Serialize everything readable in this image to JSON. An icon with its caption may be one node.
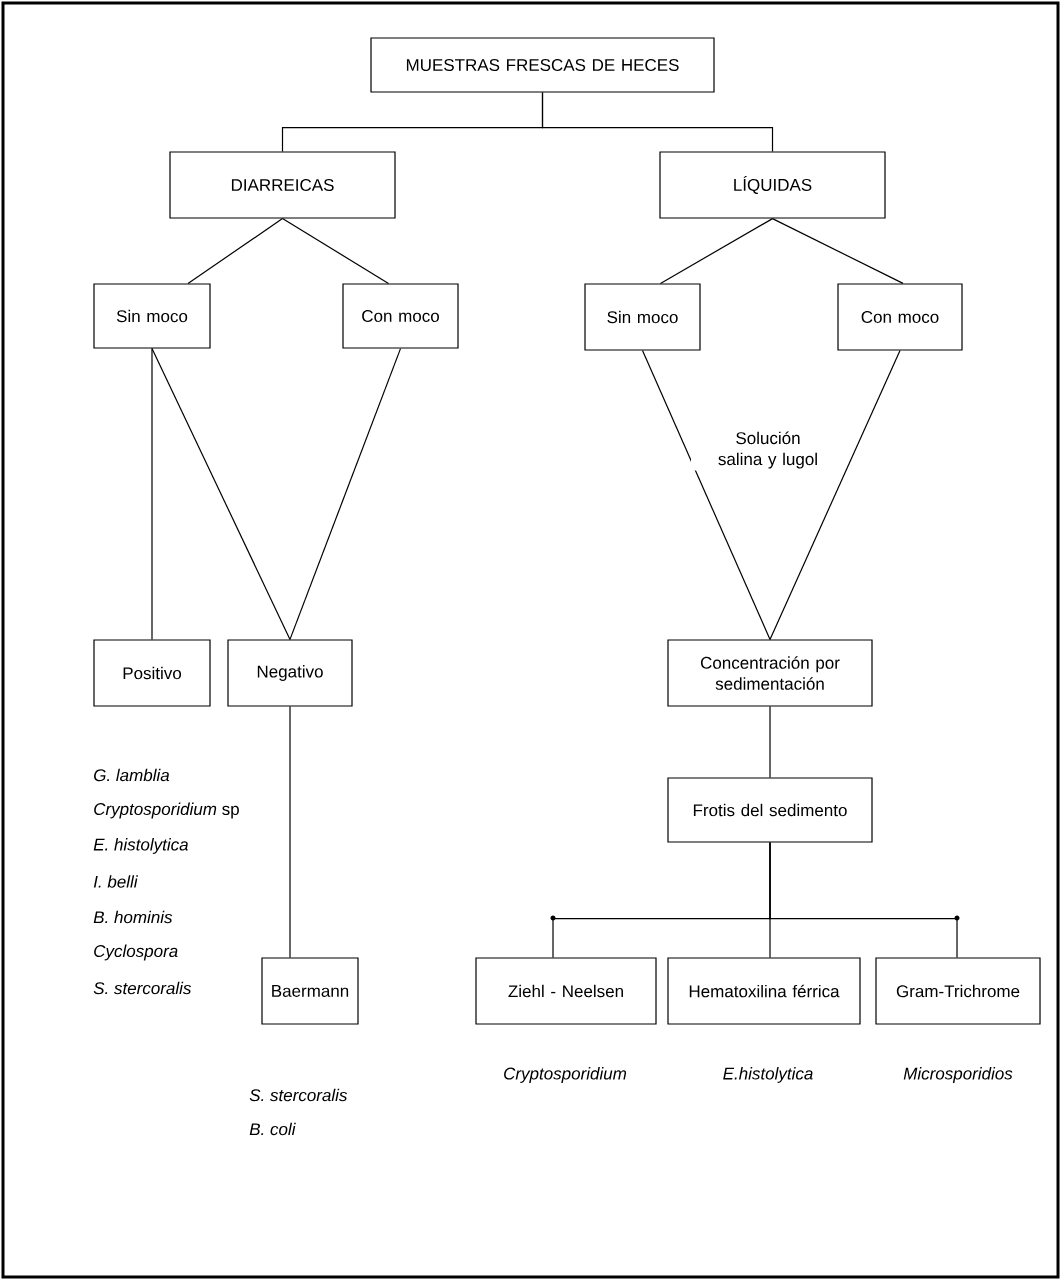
{
  "diagram": {
    "nodes": [
      {
        "text": [
          "MUESTRAS FRESCAS DE HECES"
        ]
      },
      {
        "text": [
          "DIARREICAS"
        ]
      },
      {
        "text": [
          "LÍQUIDAS"
        ]
      },
      {
        "text": [
          "Sin moco"
        ]
      },
      {
        "text": [
          "Con moco"
        ]
      },
      {
        "text": [
          "Sin moco"
        ]
      },
      {
        "text": [
          "Con moco"
        ]
      },
      {
        "text": [
          "Positivo"
        ],
        "beside": [
          "G. lamblia",
          "*Cryptosporidium* sp",
          "E. histolytica",
          "I. belli",
          "B. hominis",
          "Cyclospora",
          "S. stercoralis"
        ]
      },
      {
        "text": [
          "Negativo"
        ]
      },
      {
        "text": [
          "Concentración por sedimentación"
        ]
      },
      {
        "text": [
          "Frotis del sedimento"
        ]
      },
      {
        "text": [
          "Baermann"
        ],
        "beside": [
          "S. stercoralis",
          "B. coli"
        ]
      },
      {
        "text": [
          "Ziehl - Neelsen"
        ],
        "beside": [
          "Cryptosporidium"
        ]
      },
      {
        "text": [
          "Hematoxilina férrica"
        ],
        "beside": [
          "E.histolytica"
        ]
      },
      {
        "text": [
          "Gram-Trichrome"
        ],
        "beside": [
          "Microsporidios"
        ]
      }
    ],
    "edges": [
      {
        "from": 0,
        "to": 1,
        "arrow": "none"
      },
      {
        "from": 0,
        "to": 2,
        "arrow": "none"
      },
      {
        "from": 1,
        "to": 3,
        "arrow": "none"
      },
      {
        "from": 1,
        "to": 4,
        "arrow": "none"
      },
      {
        "from": 2,
        "to": 5,
        "arrow": "none"
      },
      {
        "from": 2,
        "to": 6,
        "arrow": "none"
      },
      {
        "from": 3,
        "to": 7,
        "arrow": "none"
      },
      {
        "from": 3,
        "to": 8,
        "arrow": "none"
      },
      {
        "from": 4,
        "to": 8,
        "arrow": "none"
      },
      {
        "from": 5,
        "to": 9,
        "arrow": "none"
      },
      {
        "from": 6,
        "to": 9,
        "arrow": "none"
      },
      {
        "from": 8,
        "to": 11,
        "arrow": "none"
      },
      {
        "from": 9,
        "to": 10,
        "arrow": "none"
      },
      {
        "from": 10,
        "to": 12,
        "arrow": "none"
      },
      {
        "from": 10,
        "to": 13,
        "arrow": "none"
      },
      {
        "from": 10,
        "to": 14,
        "arrow": "none"
      }
    ],
    "labels": [
      "Solución salina y lugol"
    ]
  }
}
